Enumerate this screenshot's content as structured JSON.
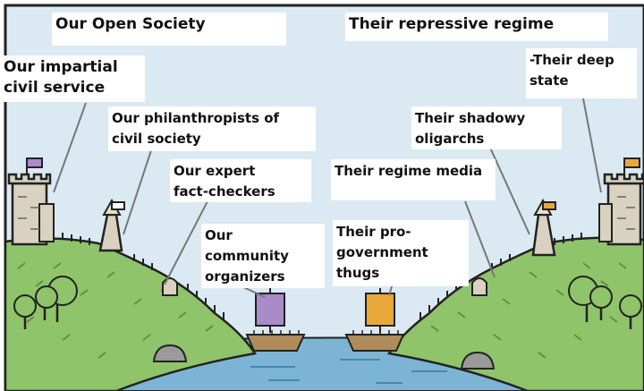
{
  "colors": {
    "sky": "#dbe9f3",
    "grass": "#8fc46a",
    "grass_dark": "#6ea64d",
    "water": "#7db4d6",
    "stone": "#d9d2c0",
    "outline": "#222222",
    "our_flag": "#a98bc7",
    "their_flag": "#e8a83a"
  },
  "labels": {
    "our_open_society": "Our Open Society",
    "their_repressive_regime": "Their repressive regime",
    "our_civil_service": "Our impartial\ncivil service",
    "their_deep_state": "-Their deep\nstate",
    "our_philanthropists": "Our philanthropists of\ncivil society",
    "their_oligarchs": "Their shadowy\noligarchs",
    "our_fact_checkers": "Our expert\nfact-checkers",
    "their_regime_media": "Their regime media",
    "our_organizers": "Our\ncommunity\norganizers",
    "their_thugs": "Their pro-\ngovernment\nthugs"
  }
}
